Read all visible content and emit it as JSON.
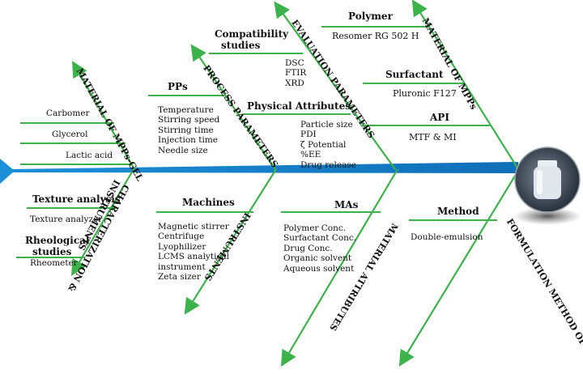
{
  "colors": {
    "spine": "#1b8fd8",
    "branch": "#3bb34a",
    "text": "#111111"
  },
  "effect_image": {
    "icon": "vial-photo"
  },
  "branches": {
    "material_mpps": {
      "label": "MATERIAL OF MPPs",
      "groups": {
        "polymer": {
          "title": "Polymer",
          "items": [
            "Resomer RG 502 H"
          ]
        },
        "surfactant": {
          "title": "Surfactant",
          "items": [
            "Pluronic F127"
          ]
        },
        "api": {
          "title": "API",
          "items": [
            "MTF & MI"
          ]
        }
      }
    },
    "evaluation": {
      "label": "EVALUATION PARAMETERS",
      "groups": {
        "compatibility": {
          "title_lines": [
            "Compatibility",
            "studies"
          ],
          "items": [
            "DSC",
            "FTIR",
            "XRD"
          ]
        },
        "physical": {
          "title": "Physical Attributes",
          "items": [
            "Particle size",
            "PDI",
            "ζ Potential",
            "%EE",
            "Drug release"
          ]
        }
      }
    },
    "process": {
      "label": "PROCESS PARAMETERS",
      "groups": {
        "pps": {
          "title": "PPs",
          "items": [
            "Temperature",
            "Stirring speed",
            "Stirring time",
            "Injection time",
            "Needle size"
          ]
        }
      }
    },
    "material_gel": {
      "label": "MATERIAL OF MPPs-GEL",
      "items": [
        "Carbomer",
        "Glycerol",
        "Lactic acid"
      ]
    },
    "characterization": {
      "label_lines": [
        "CHARACTERIZATION &",
        "INSTRUMENTS"
      ],
      "groups": {
        "texture": {
          "title": "Texture analysis",
          "items": [
            "Texture analyzer"
          ]
        },
        "rheo": {
          "title_lines": [
            "Rheological",
            "studies"
          ],
          "items": [
            "Rheometer"
          ]
        }
      }
    },
    "instruments": {
      "label": "INSTRUMENTS",
      "groups": {
        "machines": {
          "title": "Machines",
          "items": [
            "Magnetic stirrer",
            "Centrifuge",
            "Lyophilizer",
            "LCMS analytical",
            "instrument",
            "Zeta sizer"
          ]
        }
      }
    },
    "material_attributes": {
      "label": "MATERIAL ATTRIBUTES",
      "groups": {
        "mas": {
          "title": "MAs",
          "items": [
            "Polymer Conc.",
            "Surfactant Conc.",
            "Drug Conc.",
            "Organic solvent",
            "Aqueous solvent"
          ]
        }
      }
    },
    "formulation": {
      "label": "FORMULATION METHOD OF MPPs",
      "groups": {
        "method": {
          "title": "Method",
          "items": [
            "Double-emulsion"
          ]
        }
      }
    }
  }
}
